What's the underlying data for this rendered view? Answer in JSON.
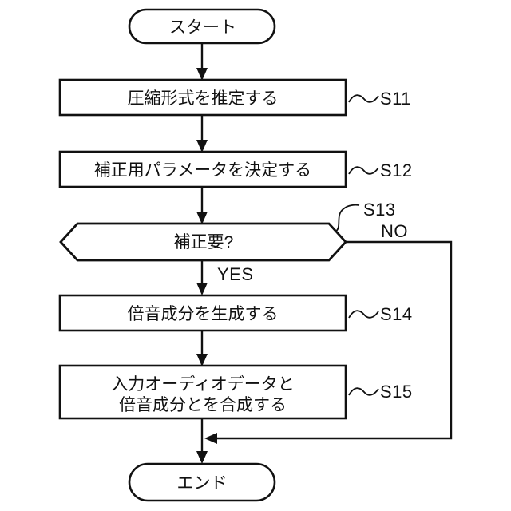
{
  "flowchart": {
    "start_label": "スタート",
    "end_label": "エンド",
    "steps": {
      "s11": {
        "id": "S11",
        "label": "圧縮形式を推定する"
      },
      "s12": {
        "id": "S12",
        "label": "補正用パラメータを決定する"
      },
      "s13": {
        "id": "S13",
        "label": "補正要?",
        "no_label": "NO",
        "yes_label": "YES"
      },
      "s14": {
        "id": "S14",
        "label": "倍音成分を生成する"
      },
      "s15": {
        "id": "S15",
        "label_line1": "入力オーディオデータと",
        "label_line2": "倍音成分とを合成する"
      }
    },
    "colors": {
      "line": "#111111",
      "background": "#ffffff"
    }
  }
}
